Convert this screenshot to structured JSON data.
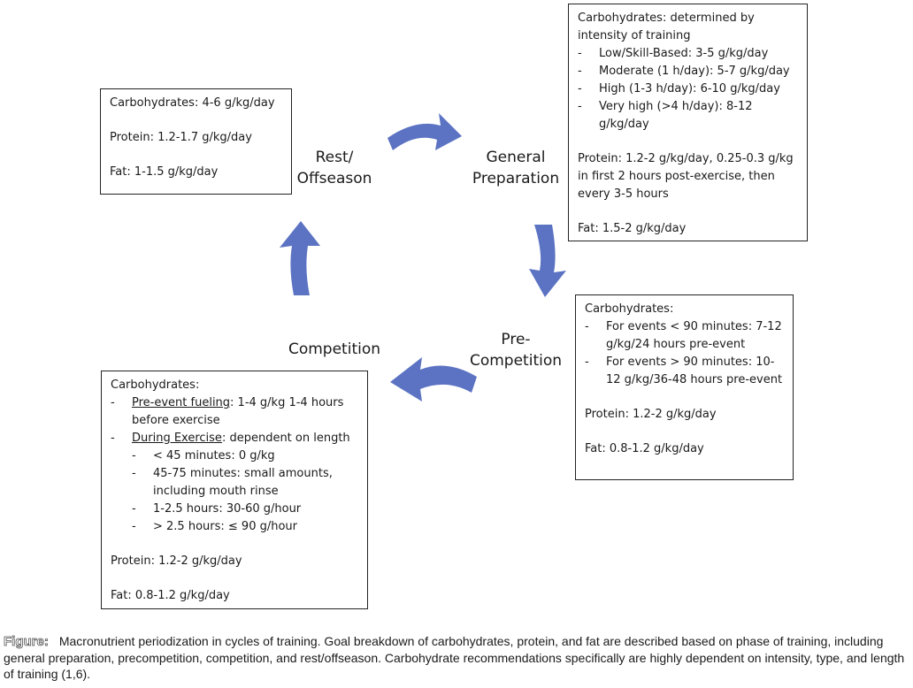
{
  "phases": {
    "rest": "Rest/\nOffseason",
    "general": "General\nPreparation",
    "pre": "Pre-\nCompetition",
    "competition": "Competition"
  },
  "rest_box": {
    "carbs": "Carbohydrates: 4-6 g/kg/day",
    "protein": "Protein: 1.2-1.7 g/kg/day",
    "fat": "Fat: 1-1.5 g/kg/day"
  },
  "general_box": {
    "carbs_title": "Carbohydrates: determined by intensity of training",
    "carbs_items": [
      "Low/Skill-Based: 3-5 g/kg/day",
      "Moderate (1 h/day): 5-7 g/kg/day",
      "High (1-3 h/day): 6-10 g/kg/day",
      "Very high (>4 h/day): 8-12 g/kg/day"
    ],
    "protein": "Protein: 1.2-2 g/kg/day, 0.25-0.3 g/kg in first 2 hours post-exercise, then every 3-5 hours",
    "fat": "Fat: 1.5-2 g/kg/day"
  },
  "pre_box": {
    "carbs_title": "Carbohydrates:",
    "carbs_items": [
      "For events < 90 minutes: 7-12 g/kg/24 hours pre-event",
      "For events > 90 minutes: 10-12 g/kg/36-48 hours pre-event"
    ],
    "protein": "Protein: 1.2-2 g/kg/day",
    "fat": "Fat: 0.8-1.2 g/kg/day"
  },
  "competition_box": {
    "carbs_title": "Carbohydrates:",
    "item1_label": "Pre-event fueling",
    "item1_rest": ": 1-4 g/kg 1-4 hours before exercise",
    "item2_label": "During Exercise",
    "item2_rest": ": dependent on length",
    "sub_items": [
      "< 45 minutes: 0 g/kg",
      "45-75 minutes: small amounts, including mouth rinse",
      "1-2.5 hours: 30-60 g/hour",
      "> 2.5 hours: ≤ 90 g/hour"
    ],
    "protein": "Protein: 1.2-2 g/kg/day",
    "fat": "Fat: 0.8-1.2 g/kg/day"
  },
  "caption": {
    "label": "Figure:",
    "text": "Macronutrient periodization in cycles of training. Goal breakdown of carbohydrates, protein, and fat are described based on phase of training, including general preparation, precompetition, competition, and rest/offseason. Carbohydrate recommendations specifically are highly dependent on intensity, type, and length of training (1,6)."
  },
  "colors": {
    "arrow": "#5b73c2",
    "border": "#222222"
  }
}
